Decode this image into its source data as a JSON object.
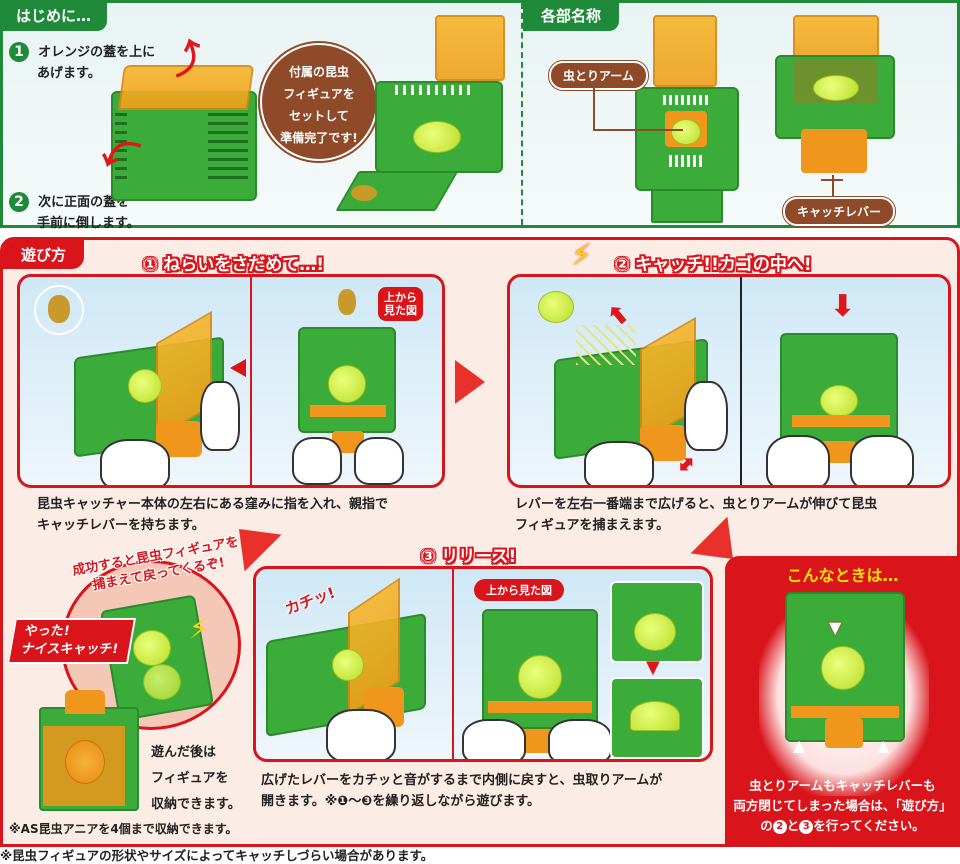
{
  "intro": {
    "title": "はじめに…",
    "steps": [
      {
        "num": "1",
        "text_line1": "オレンジの蓋を上に",
        "text_line2": "あげます。"
      },
      {
        "num": "2",
        "text_line1": "次に正面の蓋を",
        "text_line2": "手前に倒します。"
      }
    ],
    "bubble": {
      "line1": "付属の昆虫",
      "line2": "フィギュアを",
      "line3": "セットして",
      "line4": "準備完了です!"
    }
  },
  "parts": {
    "title": "各部名称",
    "labels": {
      "arm": "虫とりアーム",
      "lever": "キャッチレバー"
    }
  },
  "play": {
    "title": "遊び方",
    "step1": {
      "headline": "① ねらいをさだめて…!",
      "top_view_badge_line1": "上から",
      "top_view_badge_line2": "見た図",
      "desc_line1": "昆虫キャッチャー本体の左右にある窪みに指を入れ、親指で",
      "desc_line2": "キャッチレバーを持ちます。"
    },
    "step2": {
      "headline": "② キャッチ!!カゴの中へ!",
      "desc_line1": "レバーを左右一番端まで広げると、虫とりアームが伸びて昆虫",
      "desc_line2": "フィギュアを捕まえます。"
    },
    "step3": {
      "headline": "③ リリース!",
      "click_label": "カチッ!",
      "top_view_badge": "上から見た図",
      "desc_line1": "広げたレバーをカチッと音がするまで内側に戻すと、虫取りアームが",
      "desc_line2": "開きます。※❶～❸を繰り返しながら遊びます。"
    },
    "success": {
      "arc_text_line1": "成功すると昆虫フィギュアを",
      "arc_text_line2": "捕まえて戻ってくるぞ!",
      "ribbon_line1": "やった!",
      "ribbon_line2": "ナイスキャッチ!",
      "storage_line1": "遊んだ後は",
      "storage_line2": "フィギュアを",
      "storage_line3": "収納できます。",
      "storage_note": "※AS昆虫アニアを4個まで収納できます。"
    },
    "trouble": {
      "title": "こんなときは…",
      "line1": "虫とりアームもキャッチレバーも",
      "line2": "両方閉じてしまった場合は、「遊び方」",
      "line3_pre": "の",
      "line3_num1": "2",
      "line3_mid": "と",
      "line3_num2": "3",
      "line3_post": "を行ってください。"
    }
  },
  "footnote": "※昆虫フィギュアの形状やサイズによってキャッチしづらい場合があります。",
  "colors": {
    "green": "#1e8a3a",
    "red": "#d9151b",
    "brown": "#8f4a2a",
    "orange": "#f0a01c",
    "yellow": "#ffe300"
  }
}
